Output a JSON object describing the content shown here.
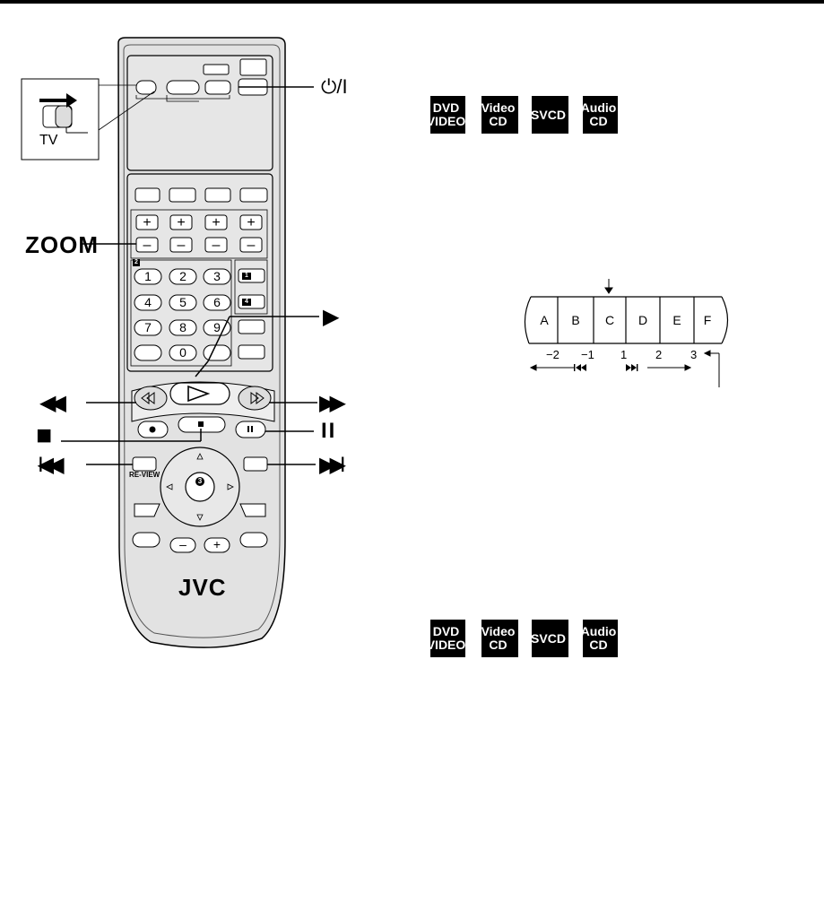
{
  "remote": {
    "brand": "JVC",
    "tv_inset_label": "TV",
    "keypad": [
      "1",
      "2",
      "3",
      "4",
      "5",
      "6",
      "7",
      "8",
      "9",
      "0"
    ],
    "small_marks": {
      "mark_2": "2",
      "mark_1": "1",
      "mark_4": "4",
      "mark_3": "3",
      "review": "RE-VIEW"
    }
  },
  "callouts": {
    "zoom": "ZOOM",
    "power": "⏻/I",
    "play": "▶",
    "rewind": "◀◀",
    "fast_forward": "▶▶",
    "stop": "■",
    "pause": "II",
    "previous": "I◀◀",
    "next": "▶▶I"
  },
  "disc_badges": [
    {
      "line1": "DVD",
      "line2": "VIDEO"
    },
    {
      "line1": "Video",
      "line2": "CD"
    },
    {
      "line1": "SVCD",
      "line2": ""
    },
    {
      "line1": "Audio",
      "line2": "CD"
    }
  ],
  "timeline": {
    "cells": [
      "A",
      "B",
      "C",
      "D",
      "E",
      "F"
    ],
    "numbers": [
      "−2",
      "−1",
      "1",
      "2",
      "3"
    ]
  }
}
